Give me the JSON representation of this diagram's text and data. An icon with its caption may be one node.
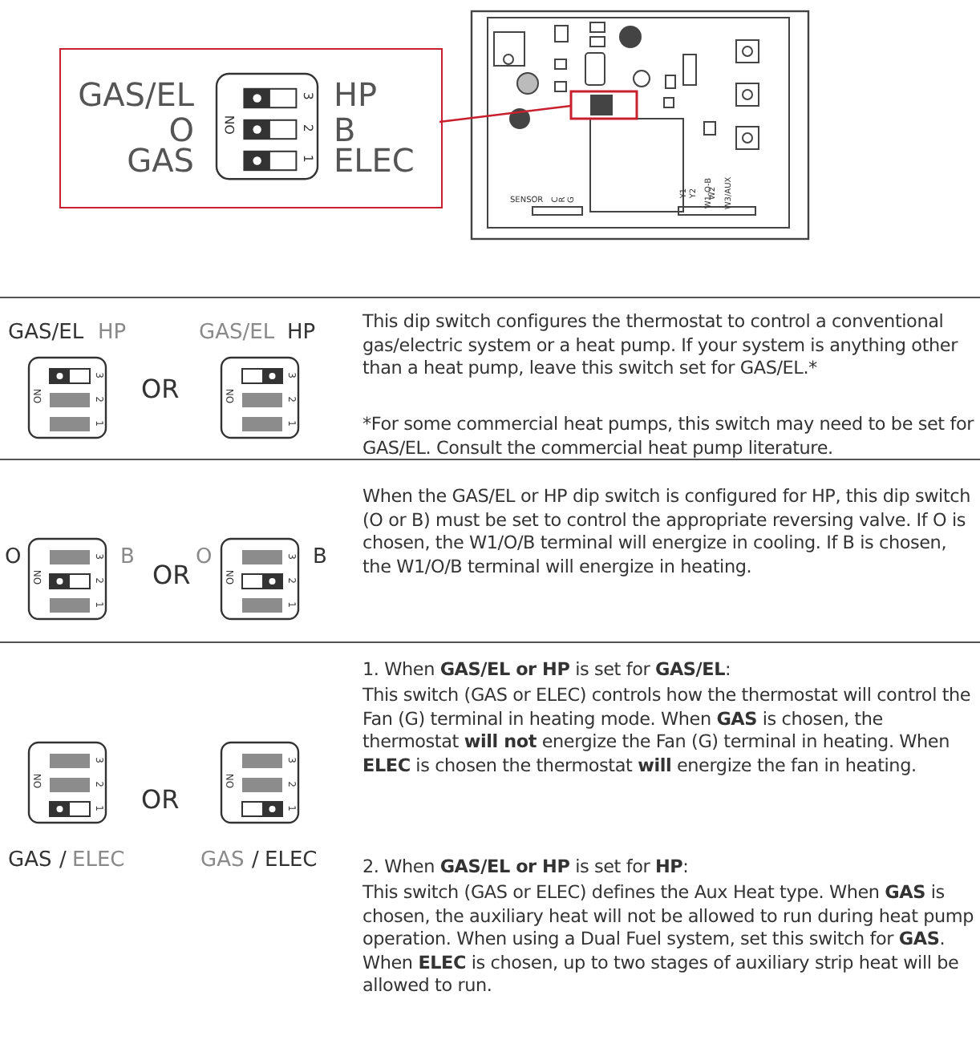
{
  "diagram": {
    "nodes": [
      {
        "text": [
          "GAS/EL",
          "O",
          "GAS",
          "ON",
          "3",
          "2",
          "1",
          "HP",
          "B",
          "ELEC"
        ]
      },
      {
        "text": [],
        "shape": "box"
      }
    ],
    "edges": [
      {
        "from": 0,
        "to": 1,
        "arrow": "none"
      }
    ],
    "labels": [
      "SENSOR",
      "C",
      "R",
      "G",
      "Y1",
      "Y2",
      "W1-O-B",
      "W2",
      "W3/AUX",
      "GAS/EL",
      "HP",
      "ON",
      "3",
      "2",
      "1",
      "OR",
      "GAS/EL",
      "HP",
      "ON",
      "3",
      "2",
      "1",
      "This dip switch configures the thermostat to control a conventional gas/electric system or a heat pump.  If your system is anything other than a heat pump, leave this switch set for GAS/EL.*",
      "*For some commercial heat pumps, this switch may need to be set for GAS/EL.  Consult the commercial heat pump literature.",
      "O",
      "ON",
      "3",
      "2",
      "1",
      "B",
      "OR",
      "O",
      "ON",
      "3",
      "2",
      "1",
      "B",
      "When the GAS/EL or HP dip switch is configured for HP, this dip switch (O or B) must be set to control the appropriate reversing valve.  If O is chosen, the W1/O/B terminal will energize in cooling.  If B is chosen, the W1/O/B terminal will energize in heating.",
      "ON",
      "3",
      "2",
      "1",
      "GAS",
      "/",
      "ELEC",
      "OR",
      "ON",
      "3",
      "2",
      "1",
      "GAS",
      "/",
      "ELEC",
      "1. When **GAS/EL or HP** is set for **GAS/EL**:",
      "This switch (GAS or ELEC) controls how the thermostat will control the Fan (G) terminal in heating mode. When **GAS** is chosen, the thermostat **will not** energize the Fan (G) terminal in heating. When **ELEC** is chosen the thermostat **will** energize the fan in heating.",
      "2. When **GAS/EL or HP** is set for **HP**:",
      "This switch (GAS or ELEC) defines the Aux Heat type. When **GAS** is chosen, the auxiliary heat will not be allowed to run during heat pump operation. When using a Dual Fuel system, set this switch for **GAS**. When **ELEC** is chosen, up to two stages of auxiliary strip heat will be allowed to run."
    ]
  }
}
